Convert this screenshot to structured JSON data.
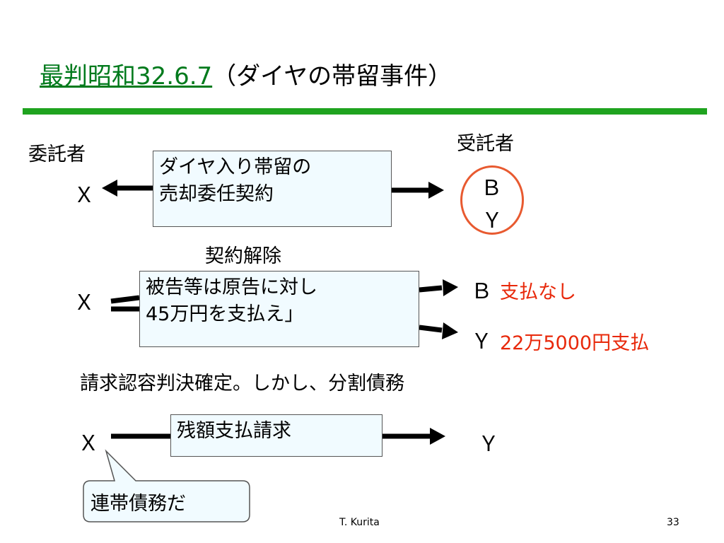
{
  "title": {
    "ref": "最判昭和32.6.7",
    "rest": "（ダイヤの帯留事件）"
  },
  "party": {
    "consignor": "委託者",
    "consignee": "受託者",
    "x": "Ｘ",
    "b": "Ｂ",
    "y": "Ｙ"
  },
  "box1": {
    "line1": "ダイヤ入り帯留の",
    "line2": "売却委任契約"
  },
  "rescission": "契約解除",
  "box2": {
    "line1": "被告等は原告に対し",
    "line2": "45万円を支払え」"
  },
  "b_result": "支払なし",
  "y_result": "22万5000円支払",
  "judgment": "請求認容判決確定。しかし、分割債務",
  "box3": "残額支払請求",
  "callout": "連帯債務だ",
  "footer": {
    "author": "T. Kurita",
    "page": "33"
  },
  "colors": {
    "title_link": "#007a1c",
    "rule": "#1fa31f",
    "accent_red": "#e8280a",
    "box_bg": "#f1fbff"
  }
}
